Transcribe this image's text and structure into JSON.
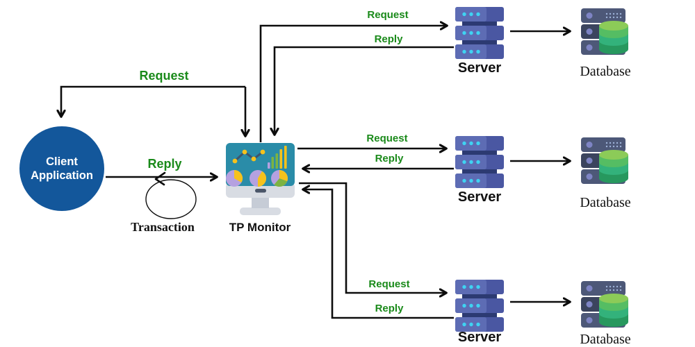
{
  "nodes": {
    "client": {
      "line1": "Client",
      "line2": "Application"
    },
    "tp_monitor": {
      "label": "TP Monitor"
    },
    "transaction": {
      "label": "Transaction"
    },
    "servers": [
      {
        "label": "Server"
      },
      {
        "label": "Server"
      },
      {
        "label": "Server"
      }
    ],
    "databases": [
      {
        "label": "Database"
      },
      {
        "label": "Database"
      },
      {
        "label": "Database"
      }
    ]
  },
  "edges": {
    "client_request": {
      "label": "Request"
    },
    "client_reply": {
      "label": "Reply"
    },
    "server1_request": {
      "label": "Request"
    },
    "server1_reply": {
      "label": "Reply"
    },
    "server2_request": {
      "label": "Request"
    },
    "server2_reply": {
      "label": "Reply"
    },
    "server3_request": {
      "label": "Request"
    },
    "server3_reply": {
      "label": "Reply"
    }
  },
  "colors": {
    "edge_label_green": "#1a8a1a",
    "client_blue": "#13579b",
    "line_black": "#0c0c0c",
    "server_light": "#5d6cb4",
    "server_dark": "#4a57a2",
    "server_backbone": "#2c3a72",
    "server_dot_cyan": "#3fd3f2",
    "db_rack": "#4d5878",
    "db_rack_dark": "#3b445e",
    "db_green_top": "#8ccb58",
    "db_green_mid": "#33b27b",
    "db_green_bottom": "#27985e",
    "monitor_screen_teal": "#2a8ca8",
    "monitor_gray": "#d8dce3",
    "chart_yellow": "#f6c21c",
    "chart_green": "#7cb342",
    "chart_lavender": "#b5a1e0"
  }
}
